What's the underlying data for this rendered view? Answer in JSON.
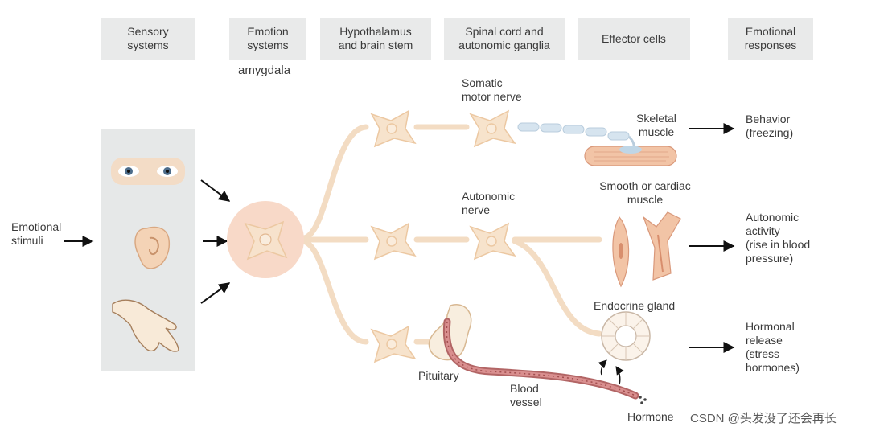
{
  "headers": {
    "sensory": "Sensory\nsystems",
    "emotion": "Emotion\nsystems",
    "hypothalamus": "Hypothalamus\nand brain stem",
    "spinal": "Spinal cord and\nautonomic ganglia",
    "effector": "Effector cells",
    "responses": "Emotional\nresponses"
  },
  "labels": {
    "amygdala": "amygdala",
    "stimuli": "Emotional\nstimuli",
    "somatic_nerve": "Somatic\nmotor nerve",
    "autonomic_nerve": "Autonomic\nnerve",
    "skeletal_muscle": "Skeletal\nmuscle",
    "smooth_muscle": "Smooth or cardiac\nmuscle",
    "endocrine_gland": "Endocrine gland",
    "pituitary": "Pituitary",
    "blood_vessel": "Blood\nvessel",
    "hormone": "Hormone"
  },
  "responses": {
    "behavior": "Behavior\n(freezing)",
    "autonomic": "Autonomic\nactivity\n(rise in blood\npressure)",
    "hormonal": "Hormonal\nrelease\n(stress\nhormones)"
  },
  "watermark": "CSDN @头发没了还会再长",
  "colors": {
    "neuron": "#f7e3cc",
    "neuron_outline": "#ecc8a2",
    "amygdala": "#f8d9c8",
    "muscle": "#f2c4a6",
    "vessel": "#c97a7a",
    "header_bg": "#e9eaea",
    "sensory_panel": "#e6e8e8"
  }
}
